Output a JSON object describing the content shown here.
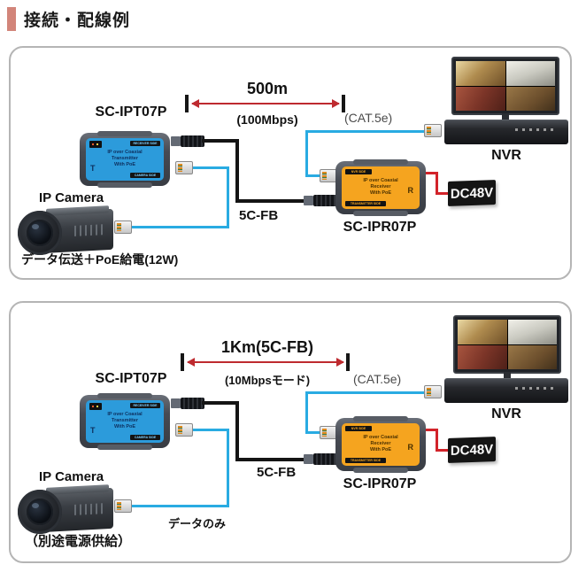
{
  "page": {
    "title": "接続・配線例"
  },
  "colors": {
    "accent_bar": "#D2857A",
    "panel_border": "#B5B5B5",
    "lan_cable": "#29ABE2",
    "coax_cable": "#141414",
    "power_cable": "#D2232A",
    "distance_arrow": "#BE2A2F",
    "transmitter_face": "#2C9BDB",
    "receiver_face": "#F5A41F",
    "dc_box": "#151515"
  },
  "device_texts": {
    "transmitter": {
      "face": "IP over Coaxial\nTransmitter\nWith PoE",
      "top_bar": "RECEIVER SIDE",
      "bottom_bar": "CAMERA SIDE",
      "logo": "T"
    },
    "receiver": {
      "face": "IP over Coaxial\nReceiver\nWith PoE",
      "top_bar": "NVR SIDE",
      "bottom_bar": "TRANSMITTER SIDE",
      "logo": "R"
    }
  },
  "panels": [
    {
      "distance_label": "500m",
      "distance_sub": "(100Mbps)",
      "transmitter_model": "SC-IPT07P",
      "receiver_model": "SC-IPR07P",
      "coax_label": "5C-FB",
      "lan_label": "(CAT.5e)",
      "camera_label": "IP Camera",
      "nvr_label": "NVR",
      "power_label": "DC48V",
      "bottom_note": "データ伝送＋PoE給電(12W)"
    },
    {
      "distance_label": "1Km(5C-FB)",
      "distance_sub": "(10Mbpsモード)",
      "transmitter_model": "SC-IPT07P",
      "receiver_model": "SC-IPR07P",
      "coax_label": "5C-FB",
      "lan_label": "(CAT.5e)",
      "camera_label": "IP Camera",
      "nvr_label": "NVR",
      "power_label": "DC48V",
      "cable_note": "データのみ",
      "bottom_note": "（別途電源供給）"
    }
  ]
}
